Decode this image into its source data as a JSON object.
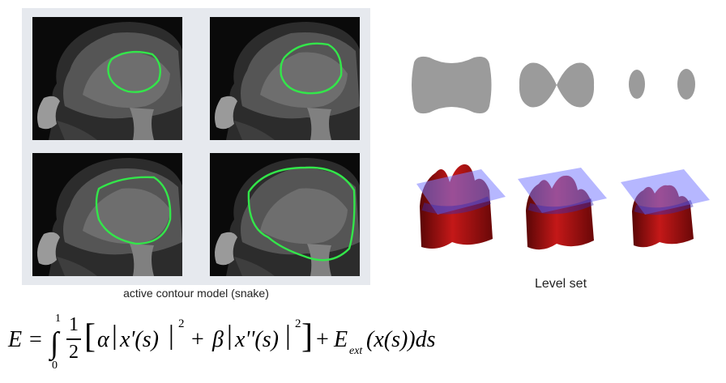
{
  "captions": {
    "snake": "active contour model (snake)",
    "level_set": "Level set"
  },
  "equation": {
    "lhs": "E",
    "eq": "=",
    "upper_limit": "1",
    "lower_limit": "0",
    "frac_num": "1",
    "frac_den": "2",
    "alpha": "α",
    "beta": "β",
    "x1": "x'(s)",
    "x2": "x''(s)",
    "sq": "2",
    "plus": "+",
    "e_ext": "E",
    "ext_sub": "ext",
    "ext_arg": "(x(s))ds"
  },
  "colors": {
    "contour": "#33e64a",
    "shape_fill": "#9b9b9b",
    "surface": "#a81010",
    "plane": "#7a7cff"
  }
}
